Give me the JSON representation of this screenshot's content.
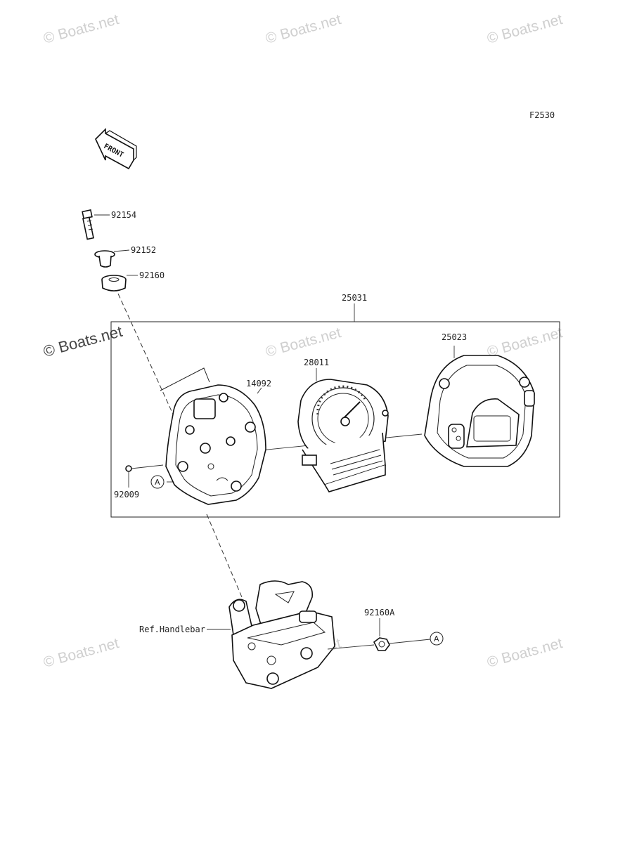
{
  "figure_code": "F2530",
  "front_arrow_text": "FRONT",
  "watermark": "© Boats.net",
  "parts": {
    "p92154": "92154",
    "p92152": "92152",
    "p92160": "92160",
    "p25031": "25031",
    "p25023": "25023",
    "p28011": "28011",
    "p14092": "14092",
    "p92009": "92009",
    "p92160A": "92160A",
    "ref_handlebar": "Ref.Handlebar"
  },
  "callouts": {
    "left": "A",
    "right": "A"
  }
}
